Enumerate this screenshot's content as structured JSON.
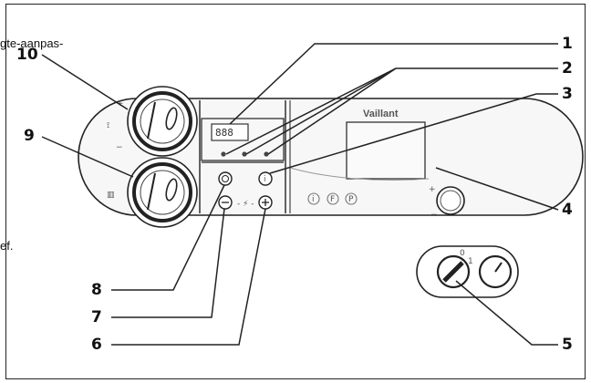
{
  "figure": {
    "bleed_text_top": "gte-aanpas-",
    "bleed_text_left": "ef."
  },
  "device": {
    "brand": "Vaillant",
    "display_text": "888",
    "dial_min": "0",
    "dial_max": "1",
    "knob_symbols": [
      "+",
      "−",
      "+",
      "−"
    ],
    "indicator_symbols": [
      "i",
      "F",
      "P"
    ]
  },
  "callouts": [
    "1",
    "2",
    "3",
    "4",
    "5",
    "6",
    "7",
    "8",
    "9",
    "10"
  ],
  "colors": {
    "line": "#222222",
    "panel_fill": "#f7f7f7",
    "screen_fill": "#fafafa"
  }
}
